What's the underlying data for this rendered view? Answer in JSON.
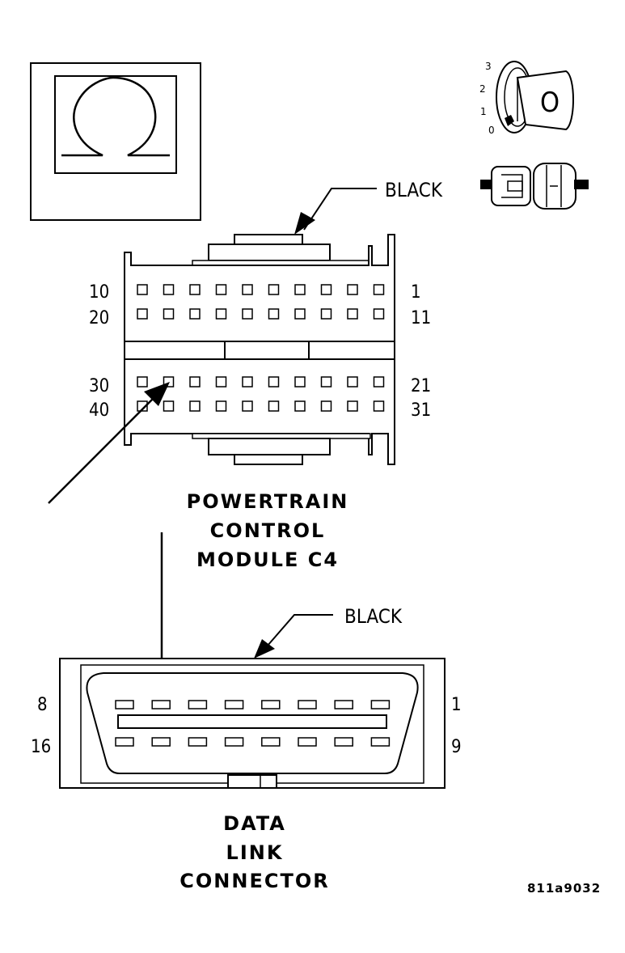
{
  "meter_icon": {
    "symbol": "ohm",
    "name": "ohm-meter-icon"
  },
  "ignition_icon": {
    "positions": [
      "3",
      "2",
      "1",
      "0"
    ],
    "selected": "0",
    "key_text": "O"
  },
  "connector_icon": {
    "name": "disconnected-connector-icon"
  },
  "pcm": {
    "color_label": "BLACK",
    "pin_labels": {
      "row1_left": "10",
      "row1_right": "1",
      "row2_left": "20",
      "row2_right": "11",
      "row3_left": "30",
      "row3_right": "21",
      "row4_left": "40",
      "row4_right": "31"
    },
    "title_lines": [
      "POWERTRAIN",
      "CONTROL",
      "MODULE C4"
    ]
  },
  "dlc": {
    "color_label": "BLACK",
    "pin_labels": {
      "top_left": "8",
      "top_right": "1",
      "bottom_left": "16",
      "bottom_right": "9"
    },
    "title_lines": [
      "DATA",
      "LINK",
      "CONNECTOR"
    ]
  },
  "figure_id": "811a9032",
  "colors": {
    "ink": "#000000",
    "paper": "#ffffff"
  }
}
